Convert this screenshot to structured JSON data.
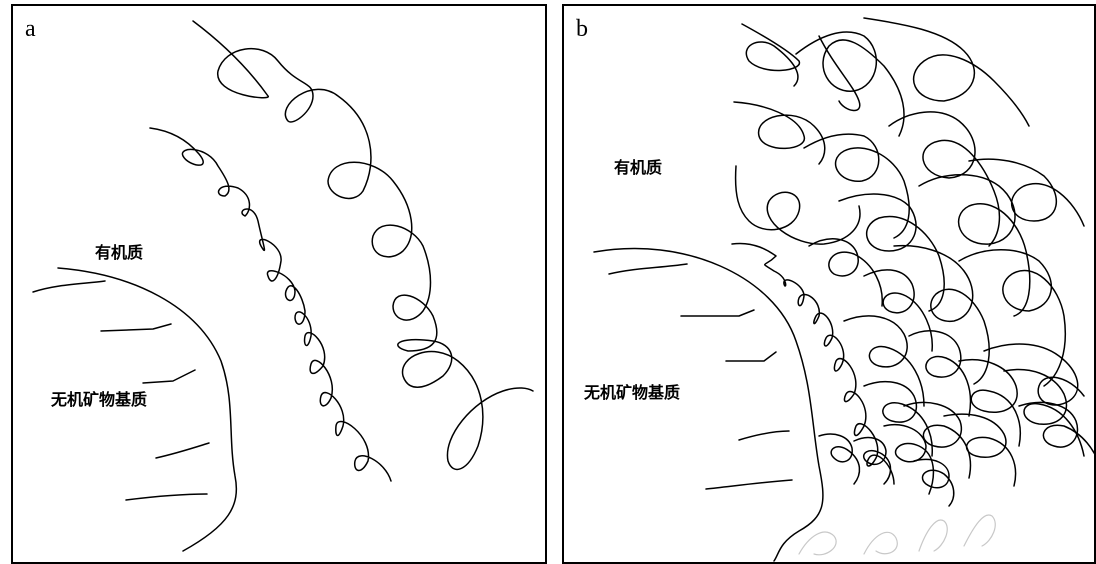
{
  "panels": [
    {
      "letter": "a",
      "label_organic": "有机质",
      "label_mineral": "无机矿物基质"
    },
    {
      "letter": "b",
      "label_organic": "有机质",
      "label_mineral": "无机矿物基质"
    }
  ]
}
